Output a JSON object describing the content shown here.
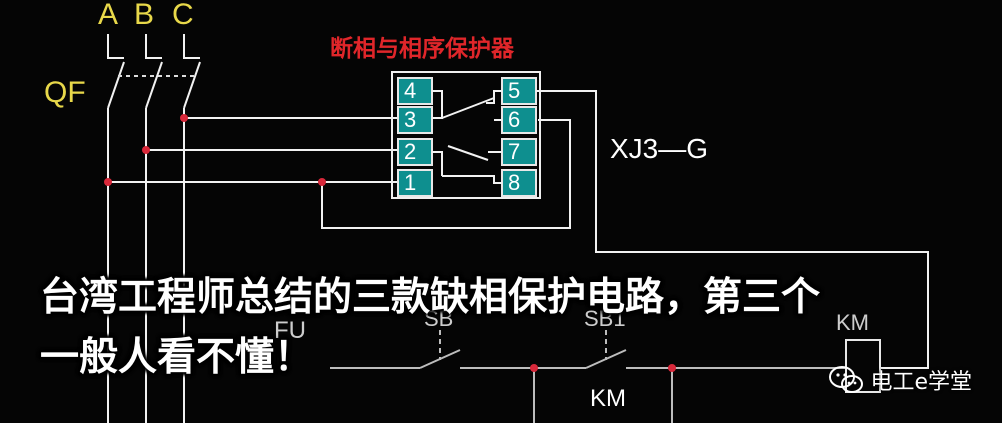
{
  "diagram": {
    "phases": [
      "A",
      "B",
      "C"
    ],
    "breaker_label": "QF",
    "relay_title": "断相与相序保护器",
    "relay_model": "XJ3—G",
    "terminals_left": [
      "4",
      "3",
      "2",
      "1"
    ],
    "terminals_right": [
      "5",
      "6",
      "7",
      "8"
    ],
    "lower_labels": {
      "fuse": "FU",
      "stop_button": "SB",
      "start_button": "SB1",
      "contactor_coil": "KM",
      "contactor_aux": "KM"
    }
  },
  "caption": {
    "line1": "台湾工程师总结的三款缺相保护电路，第三个",
    "line2": "一般人看不懂！"
  },
  "watermark": {
    "icon": "wechat-icon",
    "text": "电工e学堂"
  }
}
